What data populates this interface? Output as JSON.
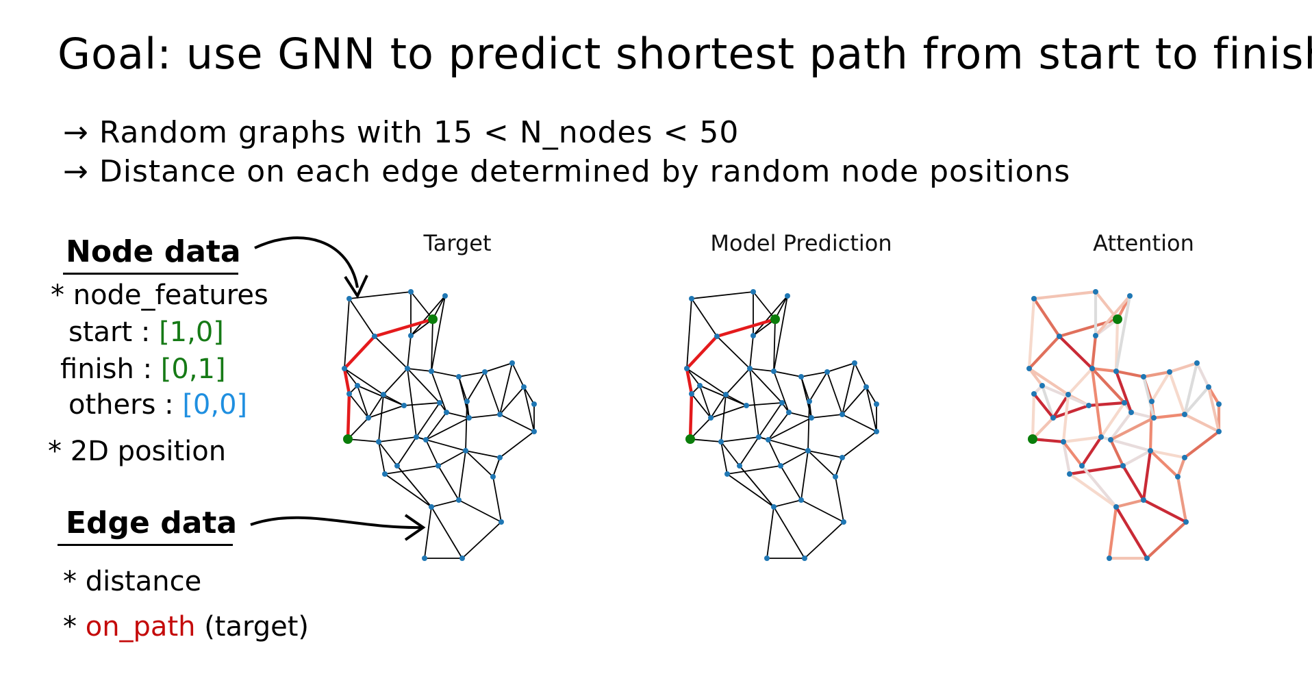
{
  "title": "Goal: use GNN to predict shortest path from start to finish",
  "bullets": [
    "→ Random graphs with 15 < N_nodes < 50",
    "→ Distance on each edge determined by random node positions"
  ],
  "node_data": {
    "heading": "Node data",
    "node_features": "* node_features",
    "start_label": "start :",
    "start_value": "[1,0]",
    "finish_label": "finish :",
    "finish_value": "[0,1]",
    "others_label": "others :",
    "others_value": "[0,0]",
    "position": "* 2D position"
  },
  "edge_data": {
    "heading": "Edge data",
    "distance": "* distance",
    "on_path_prefix": "* ",
    "on_path": "on_path",
    "on_path_suffix": " (target)"
  },
  "panels": [
    "Target",
    "Model Prediction",
    "Attention"
  ],
  "colors": {
    "node": "#1f77b4",
    "start_finish": "#0a7d0a",
    "path": "#e41a1c",
    "edge": "#000000"
  }
}
